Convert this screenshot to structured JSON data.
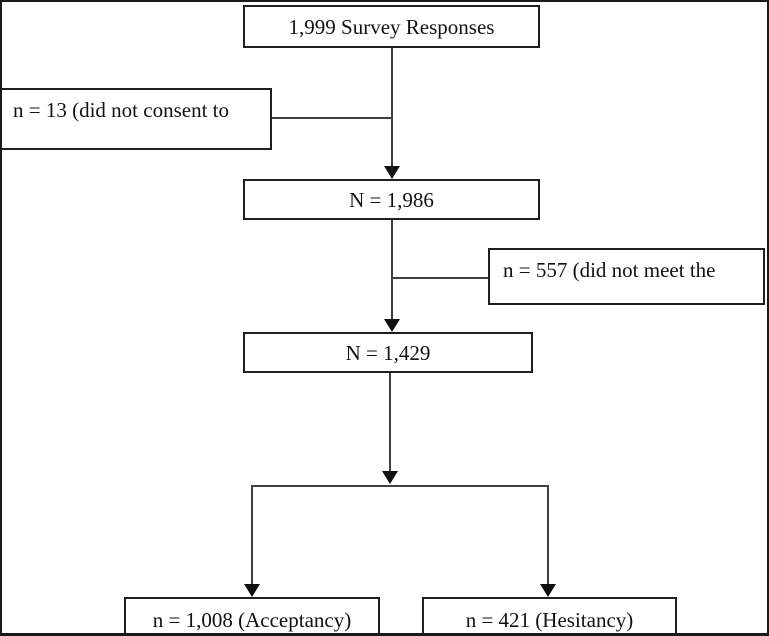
{
  "diagram": {
    "type": "flowchart",
    "nodes": {
      "total": {
        "label": "1,999 Survey Responses"
      },
      "excluded_consent": {
        "label": "n = 13 (did not consent to"
      },
      "after_consent": {
        "label": "N = 1,986"
      },
      "excluded_criteria": {
        "label": "n = 557 (did not meet the"
      },
      "analytic_sample": {
        "label": "N = 1,429"
      },
      "acceptancy": {
        "label": "n = 1,008 (Acceptancy)"
      },
      "hesitancy": {
        "label": "n = 421 (Hesitancy)"
      }
    },
    "colors": {
      "background": "#ffffff",
      "box_border": "#1f1f1f",
      "connector": "#404040",
      "text": "#111111"
    }
  }
}
